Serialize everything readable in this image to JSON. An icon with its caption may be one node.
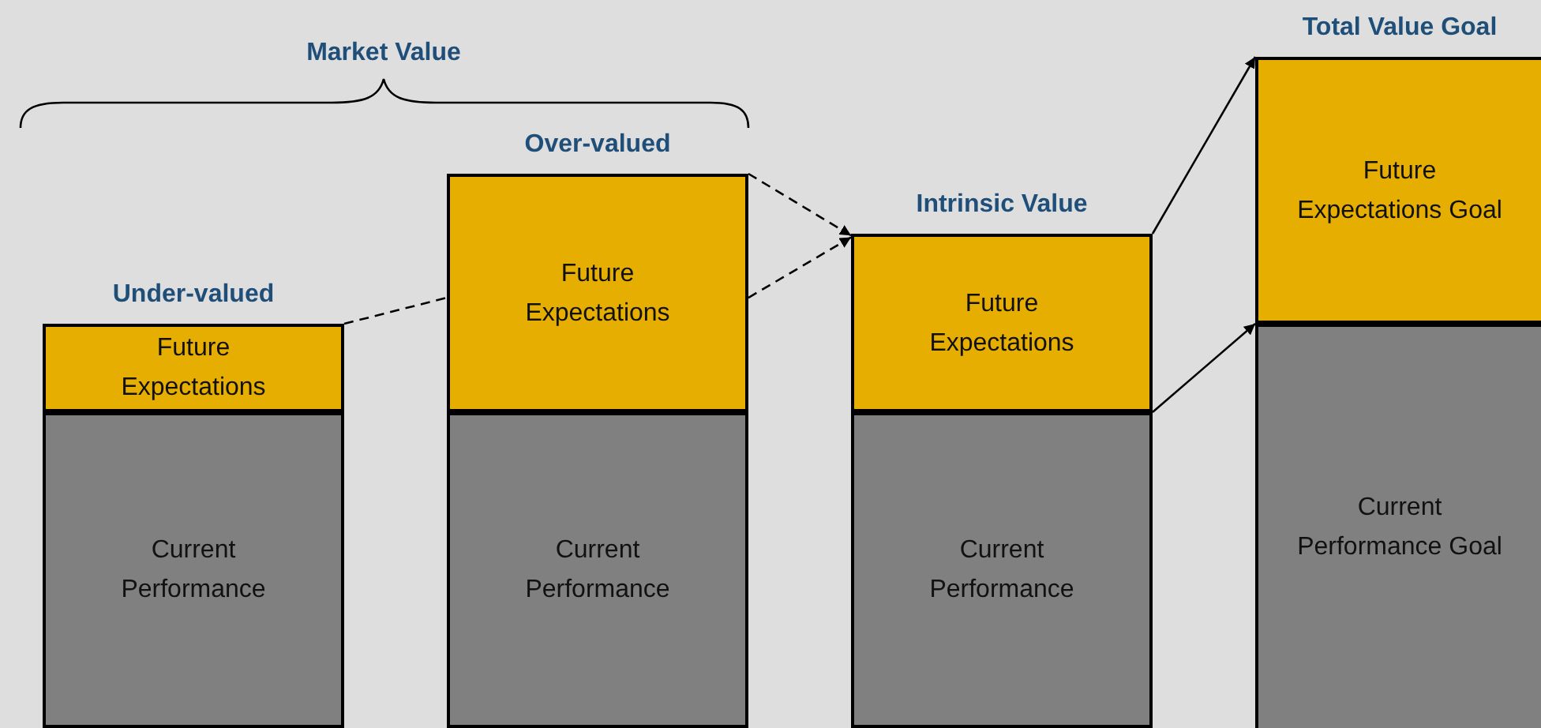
{
  "diagram": {
    "nodes": [
      {
        "text": [
          "Future Expectations"
        ],
        "beside": [
          "Under-valued"
        ]
      },
      {
        "text": [
          "Current Performance"
        ]
      },
      {
        "text": [
          "Future Expectations"
        ],
        "beside": [
          "Over-valued"
        ]
      },
      {
        "text": [
          "Current Performance"
        ]
      },
      {
        "text": [
          "Future Expectations"
        ],
        "beside": [
          "Intrinsic Value"
        ]
      },
      {
        "text": [
          "Current Performance"
        ]
      },
      {
        "text": [
          "Future Expectations Goal"
        ],
        "beside": [
          "Total Value Goal"
        ]
      },
      {
        "text": [
          "Current Performance Goal"
        ]
      }
    ],
    "edges": [
      {
        "from": 0,
        "to": 2,
        "arrow": "none",
        "style": "dashed"
      },
      {
        "from": 2,
        "to": 4,
        "arrow": "to",
        "style": "dashed"
      },
      {
        "from": 2,
        "to": 4,
        "arrow": "to",
        "style": "dashed"
      },
      {
        "from": 4,
        "to": 6,
        "arrow": "to"
      },
      {
        "from": 4,
        "to": 6,
        "arrow": "to"
      }
    ],
    "labels": [
      "Market Value"
    ]
  }
}
